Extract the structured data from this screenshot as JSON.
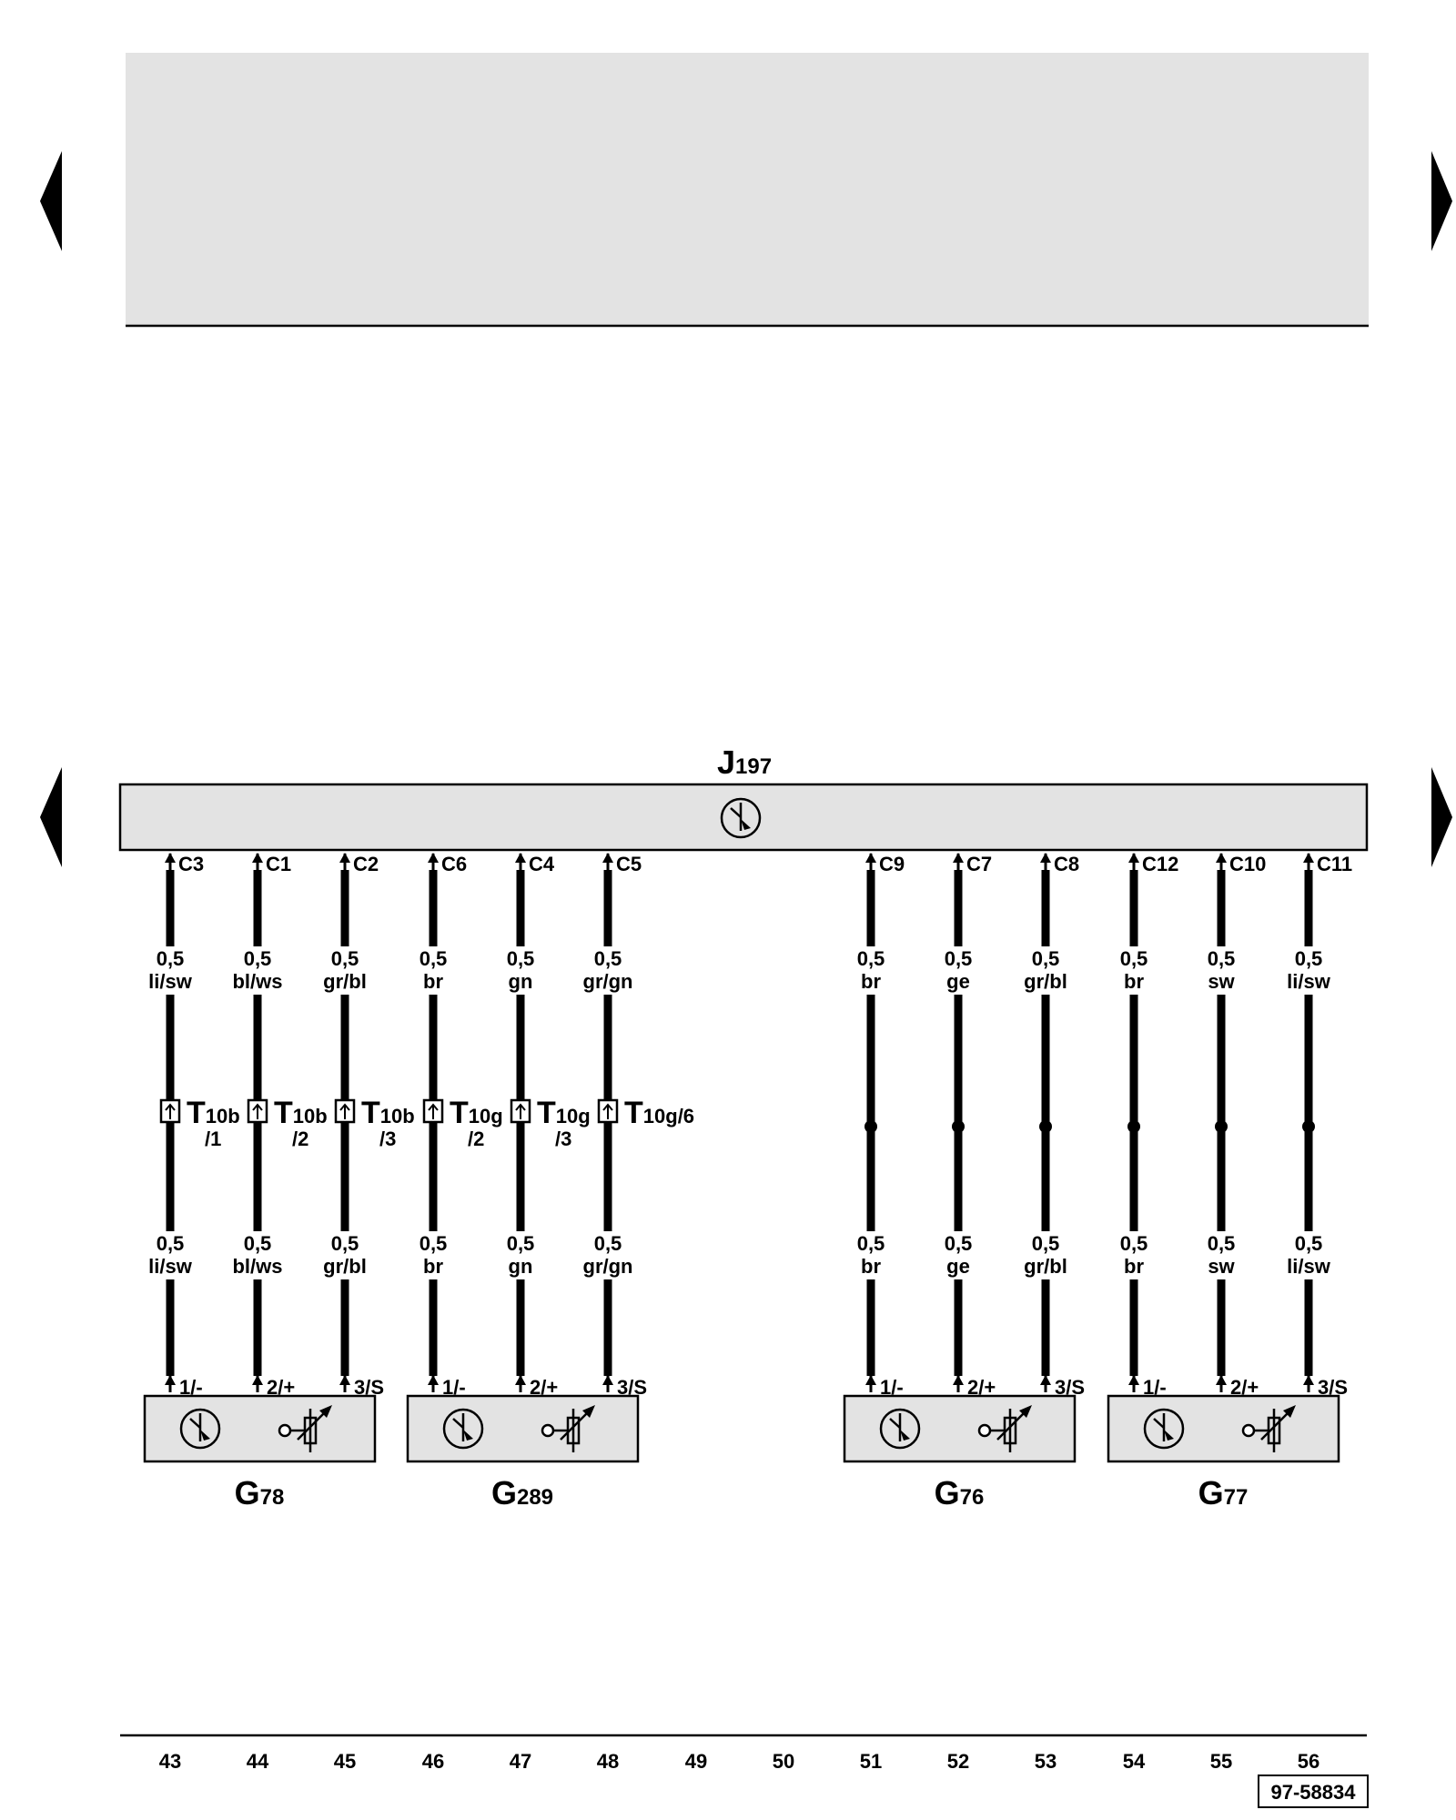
{
  "control_unit": {
    "name": "J",
    "sub": "197",
    "pins": [
      "C3",
      "C1",
      "C2",
      "C6",
      "C4",
      "C5",
      "C9",
      "C7",
      "C8",
      "C12",
      "C10",
      "C11"
    ]
  },
  "wires": [
    {
      "top_size": "0,5",
      "top_color": "li/sw",
      "bot_size": "0,5",
      "bot_color": "li/sw"
    },
    {
      "top_size": "0,5",
      "top_color": "bl/ws",
      "bot_size": "0,5",
      "bot_color": "bl/ws"
    },
    {
      "top_size": "0,5",
      "top_color": "gr/bl",
      "bot_size": "0,5",
      "bot_color": "gr/bl"
    },
    {
      "top_size": "0,5",
      "top_color": "br",
      "bot_size": "0,5",
      "bot_color": "br"
    },
    {
      "top_size": "0,5",
      "top_color": "gn",
      "bot_size": "0,5",
      "bot_color": "gn"
    },
    {
      "top_size": "0,5",
      "top_color": "gr/gn",
      "bot_size": "0,5",
      "bot_color": "gr/gn"
    },
    {
      "top_size": "0,5",
      "top_color": "br",
      "bot_size": "0,5",
      "bot_color": "br"
    },
    {
      "top_size": "0,5",
      "top_color": "ge",
      "bot_size": "0,5",
      "bot_color": "ge"
    },
    {
      "top_size": "0,5",
      "top_color": "gr/bl",
      "bot_size": "0,5",
      "bot_color": "gr/bl"
    },
    {
      "top_size": "0,5",
      "top_color": "br",
      "bot_size": "0,5",
      "bot_color": "br"
    },
    {
      "top_size": "0,5",
      "top_color": "sw",
      "bot_size": "0,5",
      "bot_color": "sw"
    },
    {
      "top_size": "0,5",
      "top_color": "li/sw",
      "bot_size": "0,5",
      "bot_color": "li/sw"
    }
  ],
  "connectors": [
    {
      "main": "T",
      "sub": "10b",
      "pin": "/1"
    },
    {
      "main": "T",
      "sub": "10b",
      "pin": "/2"
    },
    {
      "main": "T",
      "sub": "10b",
      "pin": "/3"
    },
    {
      "main": "T",
      "sub": "10g",
      "pin": "/2"
    },
    {
      "main": "T",
      "sub": "10g",
      "pin": "/3"
    },
    {
      "main": "T",
      "sub": "10g/6",
      "pin": ""
    }
  ],
  "sensor_pins": [
    "1/-",
    "2/+",
    "3/S"
  ],
  "components": [
    {
      "name": "G",
      "sub": "78"
    },
    {
      "name": "G",
      "sub": "289"
    },
    {
      "name": "G",
      "sub": "76"
    },
    {
      "name": "G",
      "sub": "77"
    }
  ],
  "grid_numbers": [
    "43",
    "44",
    "45",
    "46",
    "47",
    "48",
    "49",
    "50",
    "51",
    "52",
    "53",
    "54",
    "55",
    "56"
  ],
  "reference": "97-58834",
  "colors": {
    "panel": "#e3e3e3",
    "line": "#000000"
  }
}
